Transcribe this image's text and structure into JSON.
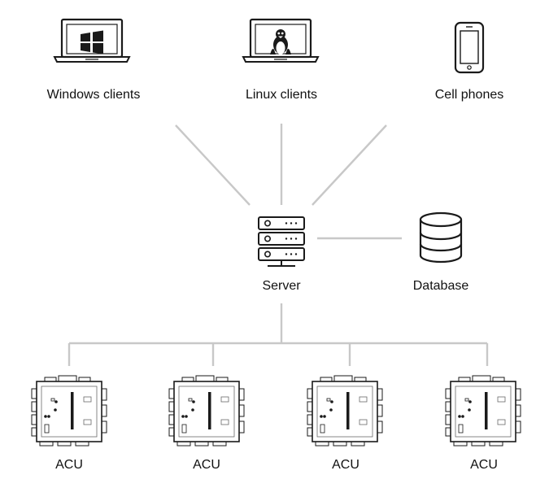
{
  "clients": [
    {
      "label": "Windows clients",
      "icon": "windows-laptop-icon"
    },
    {
      "label": "Linux clients",
      "icon": "linux-laptop-icon"
    },
    {
      "label": "Cell phones",
      "icon": "cell-phone-icon"
    }
  ],
  "server": {
    "label": "Server",
    "icon": "server-icon"
  },
  "database": {
    "label": "Database",
    "icon": "database-icon"
  },
  "acus": [
    {
      "label": "ACU",
      "icon": "acu-board-icon"
    },
    {
      "label": "ACU",
      "icon": "acu-board-icon"
    },
    {
      "label": "ACU",
      "icon": "acu-board-icon"
    },
    {
      "label": "ACU",
      "icon": "acu-board-icon"
    }
  ],
  "colors": {
    "connector": "#c8c8c8",
    "icon_stroke": "#1a1a1a"
  }
}
